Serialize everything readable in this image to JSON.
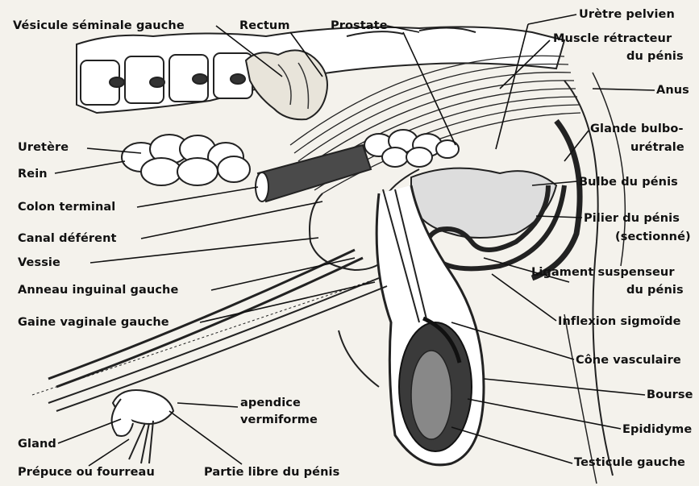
{
  "labels": {
    "vesicule": "Vésicule séminale gauche",
    "rectum": "Rectum",
    "prostate": "Prostate",
    "uretre_pelvien": "Urètre pelvien",
    "muscle_retracteur_1": "Muscle rétracteur",
    "muscle_retracteur_2": "du pénis",
    "anus": "Anus",
    "glande_1": "Glande bulbo-",
    "glande_2": "urétrale",
    "bulbe": "Bulbe du pénis",
    "pilier_1": "Pilier du pénis",
    "pilier_2": "(sectionné)",
    "ligament_1": "Ligament suspenseur",
    "ligament_2": "du pénis",
    "inflexion": "Inflexion sigmoïde",
    "cone": "Cône vasculaire",
    "bourse": "Bourse",
    "epididyme": "Epididyme",
    "testicule": "Testicule gauche",
    "uretere": "Uretère",
    "rein": "Rein",
    "colon": "Colon terminal",
    "canal": "Canal déférent",
    "vessie": "Vessie",
    "anneau": "Anneau inguinal gauche",
    "gaine": "Gaine vaginale gauche",
    "apendice_1": "apendice",
    "apendice_2": "vermiforme",
    "gland": "Gland",
    "prepuce": "Prépuce ou fourreau",
    "partie_libre": "Partie libre du pénis"
  }
}
